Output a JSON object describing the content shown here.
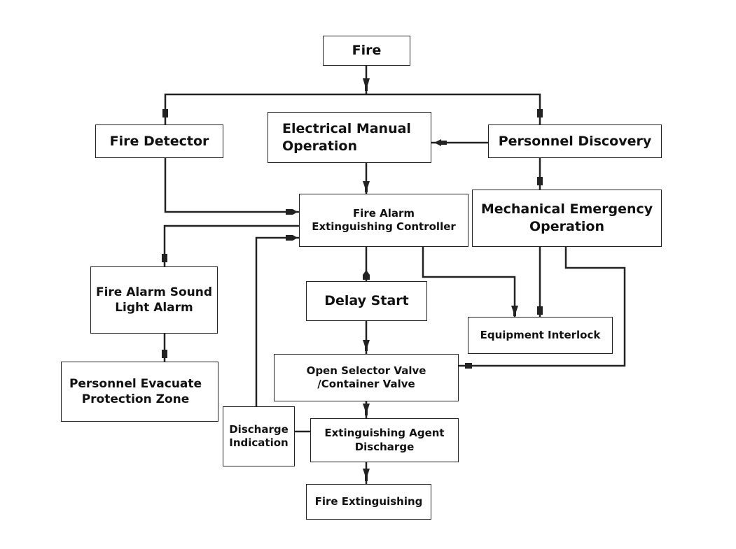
{
  "diagram": {
    "type": "flowchart",
    "line_color": "#222222",
    "nodes": {
      "fire": "Fire",
      "fire_detector": "Fire Detector",
      "electrical_manual": "Electrical Manual\nOperation",
      "personnel_discovery": "Personnel Discovery",
      "controller": "Fire Alarm\nExtinguishing Controller",
      "mechanical_emergency": "Mechanical Emergency\nOperation",
      "sound_light_alarm": "Fire Alarm Sound\nLight Alarm",
      "delay_start": "Delay Start",
      "equipment_interlock": "Equipment Interlock",
      "evacuate": "Personnel Evacuate\nProtection Zone",
      "open_valve": "Open Selector Valve\n/Container Valve",
      "discharge_indication": "Discharge\nIndication",
      "agent_discharge": "Extinguishing Agent\nDischarge",
      "fire_extinguishing": "Fire Extinguishing"
    },
    "edges": [
      {
        "from": "Fire",
        "to": "Fire Detector"
      },
      {
        "from": "Fire",
        "to": "Personnel Discovery"
      },
      {
        "from": "Personnel Discovery",
        "to": "Electrical Manual Operation"
      },
      {
        "from": "Personnel Discovery",
        "to": "Mechanical Emergency Operation"
      },
      {
        "from": "Fire Detector",
        "to": "Fire Alarm Extinguishing Controller"
      },
      {
        "from": "Electrical Manual Operation",
        "to": "Fire Alarm Extinguishing Controller"
      },
      {
        "from": "Fire Alarm Extinguishing Controller",
        "to": "Fire Alarm Sound Light Alarm"
      },
      {
        "from": "Fire Alarm Sound Light Alarm",
        "to": "Personnel Evacuate Protection Zone"
      },
      {
        "from": "Fire Alarm Extinguishing Controller",
        "to": "Delay Start"
      },
      {
        "from": "Fire Alarm Extinguishing Controller",
        "to": "Equipment Interlock"
      },
      {
        "from": "Mechanical Emergency Operation",
        "to": "Equipment Interlock"
      },
      {
        "from": "Mechanical Emergency Operation",
        "to": "Open Selector Valve /Container Valve"
      },
      {
        "from": "Delay Start",
        "to": "Open Selector Valve /Container Valve"
      },
      {
        "from": "Open Selector Valve /Container Valve",
        "to": "Extinguishing Agent Discharge"
      },
      {
        "from": "Extinguishing Agent Discharge",
        "to": "Discharge Indication"
      },
      {
        "from": "Discharge Indication",
        "to": "Fire Alarm Extinguishing Controller"
      },
      {
        "from": "Extinguishing Agent Discharge",
        "to": "Fire Extinguishing"
      }
    ]
  }
}
